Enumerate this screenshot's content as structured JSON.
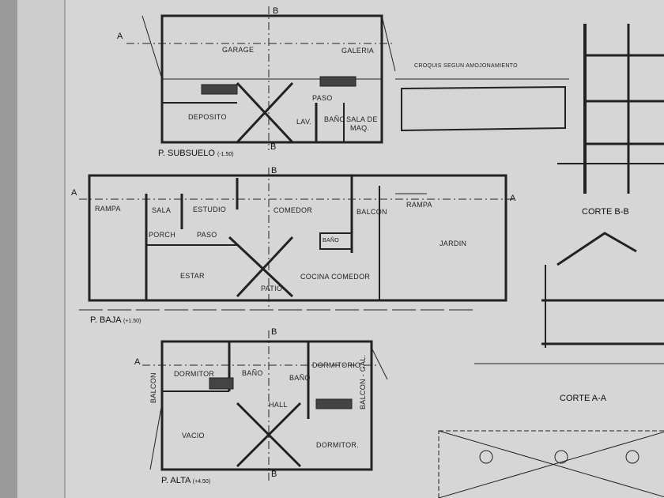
{
  "sketch_title": "CROQUIS SEGUN AMOJONAMIENTO",
  "plans": {
    "subsuelo": {
      "title": "P. SUBSUELO",
      "level": "(-1.50)",
      "rooms": [
        "GARAGE",
        "GALERIA",
        "PASO",
        "DEPOSITO",
        "LAV.",
        "BAÑO",
        "SALA DE",
        "MAQ."
      ]
    },
    "baja": {
      "title": "P. BAJA",
      "level": "(+1.50)",
      "rooms": [
        "RAMPA",
        "SALA",
        "ESTUDIO",
        "COMEDOR",
        "BALCON",
        "RAMPA",
        "PORCH",
        "PASO",
        "BAÑO",
        "JARDIN",
        "ESTAR",
        "PATIO",
        "COCINA COMEDOR"
      ]
    },
    "alta": {
      "title": "P. ALTA",
      "level": "(+4.50)",
      "rooms": [
        "DORMITOR",
        "BAÑO",
        "BAÑO",
        "DORMITORIO",
        "BALCON",
        "BALCON - GAL.",
        "HALL",
        "VACIO",
        "DORMITOR."
      ]
    }
  },
  "sections": {
    "bb": "CORTE B-B",
    "aa": "CORTE A-A"
  },
  "markers": {
    "a": "A",
    "b": "B"
  }
}
